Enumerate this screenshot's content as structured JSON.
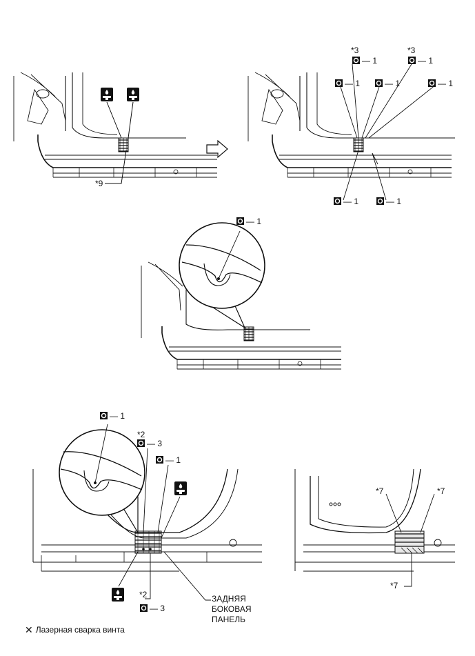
{
  "figure1": {
    "callouts": {
      "star9": "*9"
    }
  },
  "figure2": {
    "callouts": {
      "star3_left": "*3",
      "star3_right": "*3",
      "spot_a": "1",
      "spot_b": "1",
      "spot_c": "1",
      "spot_d": "1",
      "spot_e": "1",
      "spot_bl": "1",
      "spot_br": "1"
    }
  },
  "figure3": {
    "callouts": {
      "spot": "1"
    }
  },
  "figure4": {
    "callouts": {
      "spot_top": "1",
      "star2_top": "*2",
      "spot_star2_top": "3",
      "spot_right": "1",
      "star2_bottom": "*2",
      "spot_star2_bottom": "3"
    },
    "panel_label": [
      "ЗАДНЯЯ",
      "БОКОВАЯ",
      "ПАНЕЛЬ"
    ]
  },
  "figure5": {
    "callouts": {
      "star7_left": "*7",
      "star7_right": "*7",
      "star7_bottom": "*7"
    }
  },
  "legend": {
    "symbol": "✕",
    "text": "Лазерная сварка винта"
  },
  "icons": {
    "spot_weld": "spot-weld-symbol-icon",
    "torch": "welding-torch-icon",
    "arrow": "next-step-arrow-icon"
  }
}
